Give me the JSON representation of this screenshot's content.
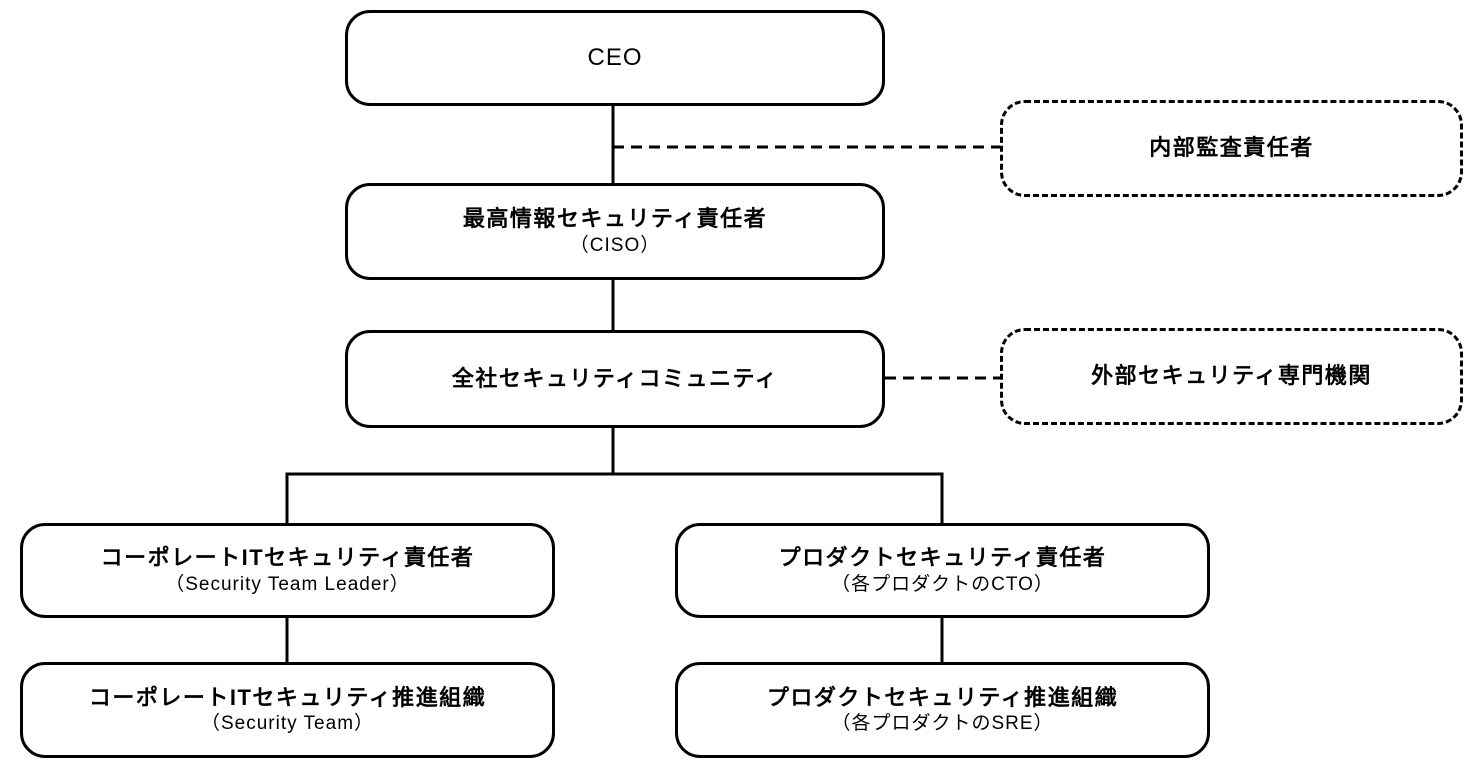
{
  "diagram": {
    "title": "Security organization chart",
    "colors": {
      "background": "#ffffff",
      "box_fill": "#ffffff",
      "box_border": "#000000",
      "line": "#000000",
      "text": "#000000"
    },
    "nodes": {
      "ceo": {
        "title": "CEO"
      },
      "internal_audit": {
        "title": "内部監査責任者"
      },
      "ciso": {
        "title": "最高情報セキュリティ責任者",
        "subtitle": "（CISO）"
      },
      "security_community": {
        "title": "全社セキュリティコミュニティ"
      },
      "external_security_org": {
        "title": "外部セキュリティ専門機関"
      },
      "corporate_it_lead": {
        "title": "コーポレートITセキュリティ責任者",
        "subtitle": "（Security Team Leader）"
      },
      "product_security_lead": {
        "title": "プロダクトセキュリティ責任者",
        "subtitle": "（各プロダクトのCTO）"
      },
      "corporate_it_team": {
        "title": "コーポレートITセキュリティ推進組織",
        "subtitle": "（Security Team）"
      },
      "product_security_team": {
        "title": "プロダクトセキュリティ推進組織",
        "subtitle": "（各プロダクトのSRE）"
      }
    }
  }
}
